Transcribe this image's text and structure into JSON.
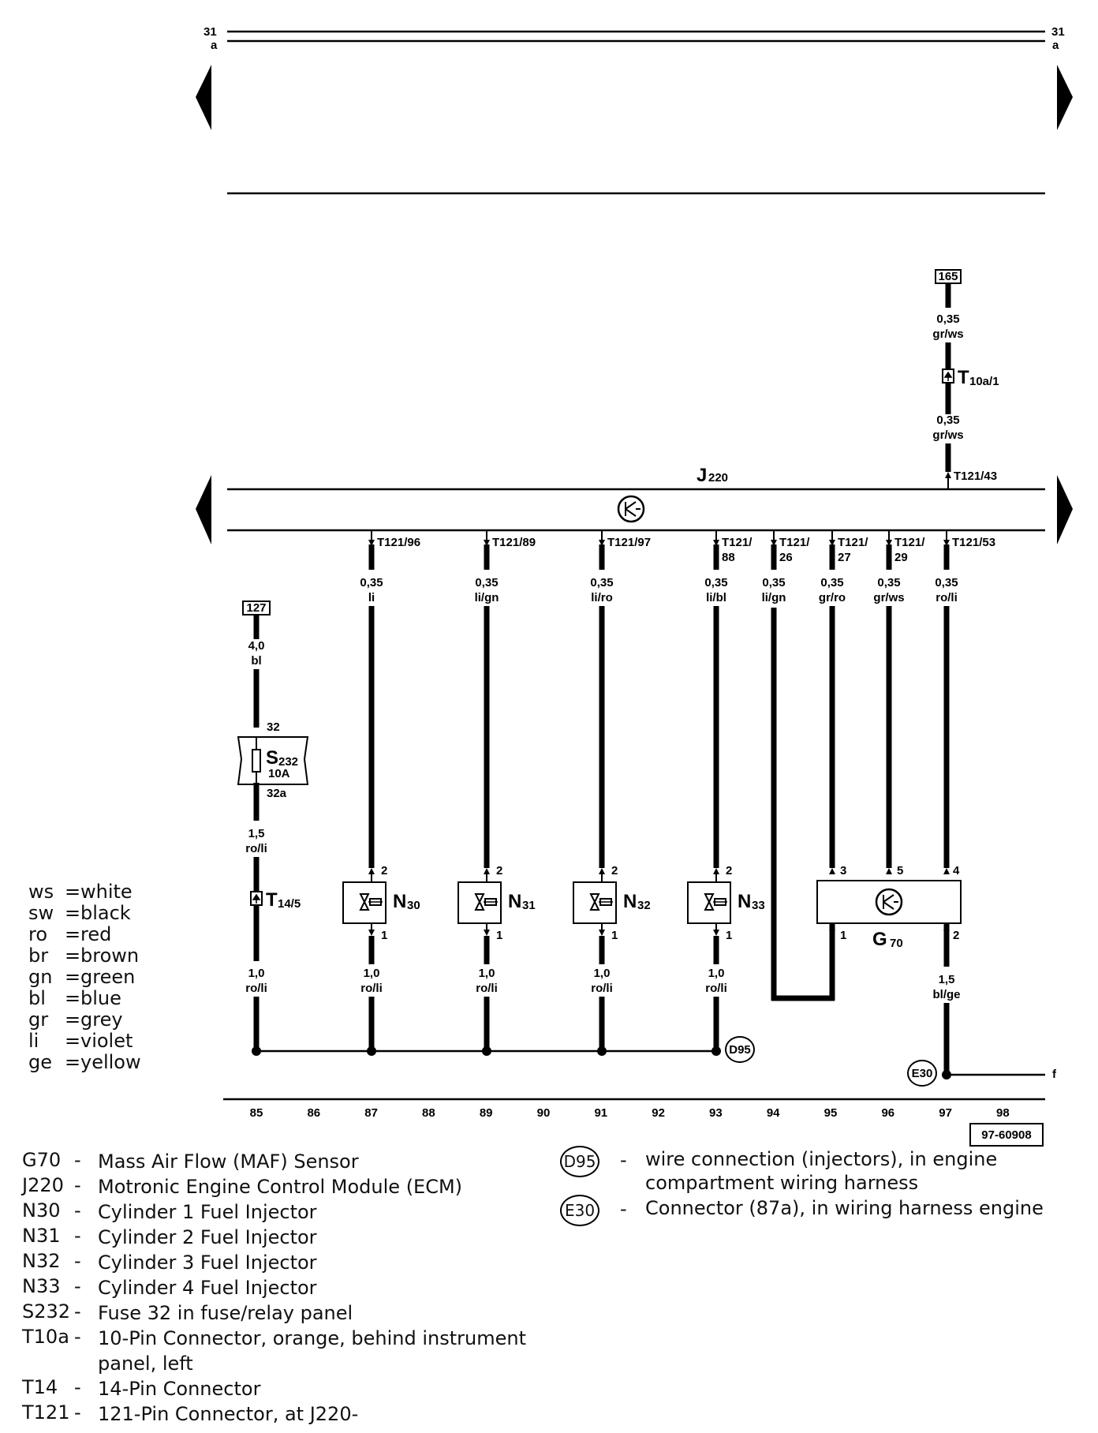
{
  "diagram": {
    "ground_top_left": "31",
    "ground_top_left_sub": "a",
    "ground_top_right": "31",
    "ground_top_right_sub": "a",
    "ecm_name": "J",
    "ecm_sub": "220",
    "ref_165": "165",
    "ref_127": "127",
    "doc_id": "97-60908",
    "wire_165_upper_size": "0,35",
    "wire_165_upper_color": "gr/ws",
    "t10a_main": "T",
    "t10a_sub": "10a/1",
    "wire_165_lower_size": "0,35",
    "wire_165_lower_color": "gr/ws",
    "pin_t121_43": "T121/43",
    "pins": [
      {
        "label": "T121/96",
        "size": "0,35",
        "color": "li"
      },
      {
        "label": "T121/89",
        "size": "0,35",
        "color": "li/gn"
      },
      {
        "label": "T121/97",
        "size": "0,35",
        "color": "li/ro"
      },
      {
        "label": "T121/",
        "label2": "88",
        "size": "0,35",
        "color": "li/bl"
      },
      {
        "label": "T121/",
        "label2": "26",
        "size": "0,35",
        "color": "li/gn"
      },
      {
        "label": "T121/",
        "label2": "27",
        "size": "0,35",
        "color": "gr/ro"
      },
      {
        "label": "T121/",
        "label2": "29",
        "size": "0,35",
        "color": "gr/ws"
      },
      {
        "label": "T121/53",
        "size": "0,35",
        "color": "ro/li"
      }
    ],
    "s232_wire_size": "4,0",
    "s232_wire_color": "bl",
    "s232_pin_in": "32",
    "s232_name": "S",
    "s232_sub": "232",
    "s232_rating": "10A",
    "s232_pin_out": "32a",
    "s232_out_size": "1,5",
    "s232_out_color": "ro/li",
    "t14_main": "T",
    "t14_sub": "14/5",
    "injectors": [
      {
        "name": "N",
        "sub": "30",
        "pin_top": "2",
        "pin_bottom": "1",
        "size": "1,0",
        "color": "ro/li"
      },
      {
        "name": "N",
        "sub": "31",
        "pin_top": "2",
        "pin_bottom": "1",
        "size": "1,0",
        "color": "ro/li"
      },
      {
        "name": "N",
        "sub": "32",
        "pin_top": "2",
        "pin_bottom": "1",
        "size": "1,0",
        "color": "ro/li"
      },
      {
        "name": "N",
        "sub": "33",
        "pin_top": "2",
        "pin_bottom": "1",
        "size": "1,0",
        "color": "ro/li"
      }
    ],
    "s232_bottom_size": "1,0",
    "s232_bottom_color": "ro/li",
    "maf_name": "G",
    "maf_sub": "70",
    "maf_pins": {
      "p3": "3",
      "p5": "5",
      "p4": "4",
      "p1": "1",
      "p2": "2"
    },
    "maf_out_size": "1,5",
    "maf_out_color": "bl/ge",
    "d95": "D95",
    "e30": "E30",
    "f_label": "f",
    "track_numbers": [
      "85",
      "86",
      "87",
      "88",
      "89",
      "90",
      "91",
      "92",
      "93",
      "94",
      "95",
      "96",
      "97",
      "98"
    ]
  },
  "color_legend": [
    {
      "code": "ws",
      "name": "white"
    },
    {
      "code": "sw",
      "name": "black"
    },
    {
      "code": "ro",
      "name": "red"
    },
    {
      "code": "br",
      "name": "brown"
    },
    {
      "code": "gn",
      "name": "green"
    },
    {
      "code": "bl",
      "name": "blue"
    },
    {
      "code": "gr",
      "name": "grey"
    },
    {
      "code": "li",
      "name": "violet"
    },
    {
      "code": "ge",
      "name": "yellow"
    }
  ],
  "component_legend": [
    {
      "code": "G70",
      "desc": "Mass Air Flow (MAF) Sensor"
    },
    {
      "code": "J220",
      "desc": "Motronic Engine Control Module (ECM)"
    },
    {
      "code": "N30",
      "desc": "Cylinder 1 Fuel Injector"
    },
    {
      "code": "N31",
      "desc": "Cylinder 2 Fuel Injector"
    },
    {
      "code": "N32",
      "desc": "Cylinder 3 Fuel Injector"
    },
    {
      "code": "N33",
      "desc": "Cylinder 4 Fuel Injector"
    },
    {
      "code": "S232",
      "desc": "Fuse 32 in fuse/relay panel"
    },
    {
      "code": "T10a",
      "desc": "10-Pin Connector, orange, behind instrument panel, left"
    },
    {
      "code": "T14",
      "desc": "14-Pin Connector"
    },
    {
      "code": "T121",
      "desc": "121-Pin Connector, at J220-"
    }
  ],
  "connection_legend": [
    {
      "code": "D95",
      "desc": "wire connection (injectors), in engine compartment wiring harness"
    },
    {
      "code": "E30",
      "desc": "Connector (87a), in wiring harness engine"
    }
  ],
  "dash": "-",
  "equals": "="
}
